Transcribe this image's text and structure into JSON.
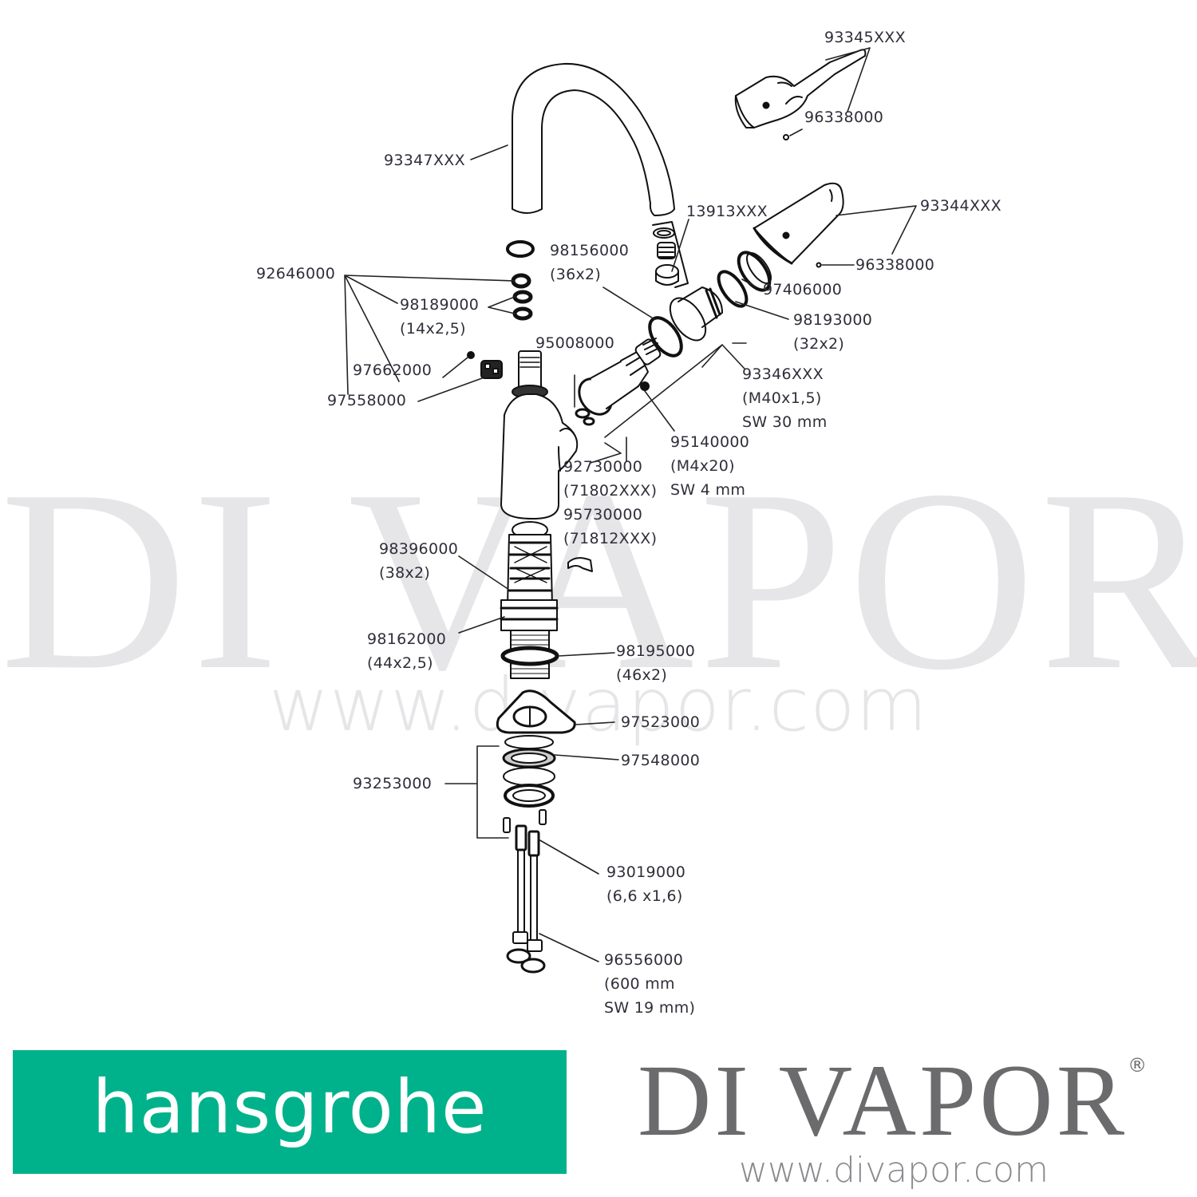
{
  "watermark": {
    "brand": "DI VAPOR",
    "registered": "®",
    "url": "www.divapor.com"
  },
  "parts": [
    {
      "id": "p93345",
      "lines": [
        "93345XXX"
      ]
    },
    {
      "id": "p96338a",
      "lines": [
        "96338000"
      ]
    },
    {
      "id": "p93347",
      "lines": [
        "93347XXX"
      ]
    },
    {
      "id": "p13913",
      "lines": [
        "13913XXX"
      ]
    },
    {
      "id": "p93344",
      "lines": [
        "93344XXX"
      ]
    },
    {
      "id": "p96338b",
      "lines": [
        "96338000"
      ]
    },
    {
      "id": "p98156",
      "lines": [
        "98156000",
        "(36x2)"
      ]
    },
    {
      "id": "p92646",
      "lines": [
        "92646000"
      ]
    },
    {
      "id": "p97406",
      "lines": [
        "97406000"
      ]
    },
    {
      "id": "p98189",
      "lines": [
        "98189000",
        "(14x2,5)"
      ]
    },
    {
      "id": "p98193",
      "lines": [
        "98193000",
        "(32x2)"
      ]
    },
    {
      "id": "p95008",
      "lines": [
        "95008000"
      ]
    },
    {
      "id": "p97662",
      "lines": [
        "97662000"
      ]
    },
    {
      "id": "p93346",
      "lines": [
        "93346XXX",
        "(M40x1,5)",
        "SW 30 mm"
      ]
    },
    {
      "id": "p97558",
      "lines": [
        "97558000"
      ]
    },
    {
      "id": "p95140",
      "lines": [
        "95140000",
        "(M4x20)",
        "SW 4 mm"
      ]
    },
    {
      "id": "p92730",
      "lines": [
        "92730000",
        "(71802XXX)",
        "95730000",
        "(71812XXX)"
      ]
    },
    {
      "id": "p98396",
      "lines": [
        "98396000",
        "(38x2)"
      ]
    },
    {
      "id": "p98162",
      "lines": [
        "98162000",
        "(44x2,5)"
      ]
    },
    {
      "id": "p98195",
      "lines": [
        "98195000",
        "(46x2)"
      ]
    },
    {
      "id": "p97523",
      "lines": [
        "97523000"
      ]
    },
    {
      "id": "p97548",
      "lines": [
        "97548000"
      ]
    },
    {
      "id": "p93253",
      "lines": [
        "93253000"
      ]
    },
    {
      "id": "p93019",
      "lines": [
        "93019000",
        "(6,6 x1,6)"
      ]
    },
    {
      "id": "p96556",
      "lines": [
        "96556000",
        "(600 mm",
        "SW 19 mm)"
      ]
    }
  ],
  "footer": {
    "manufacturer_logo": "hansgrohe",
    "manufacturer_color": "#00b28b",
    "retailer_logo": "DI VAPOR",
    "retailer_registered": "®",
    "retailer_url": "www.divapor.com",
    "retailer_color": "#6b6b6d"
  }
}
